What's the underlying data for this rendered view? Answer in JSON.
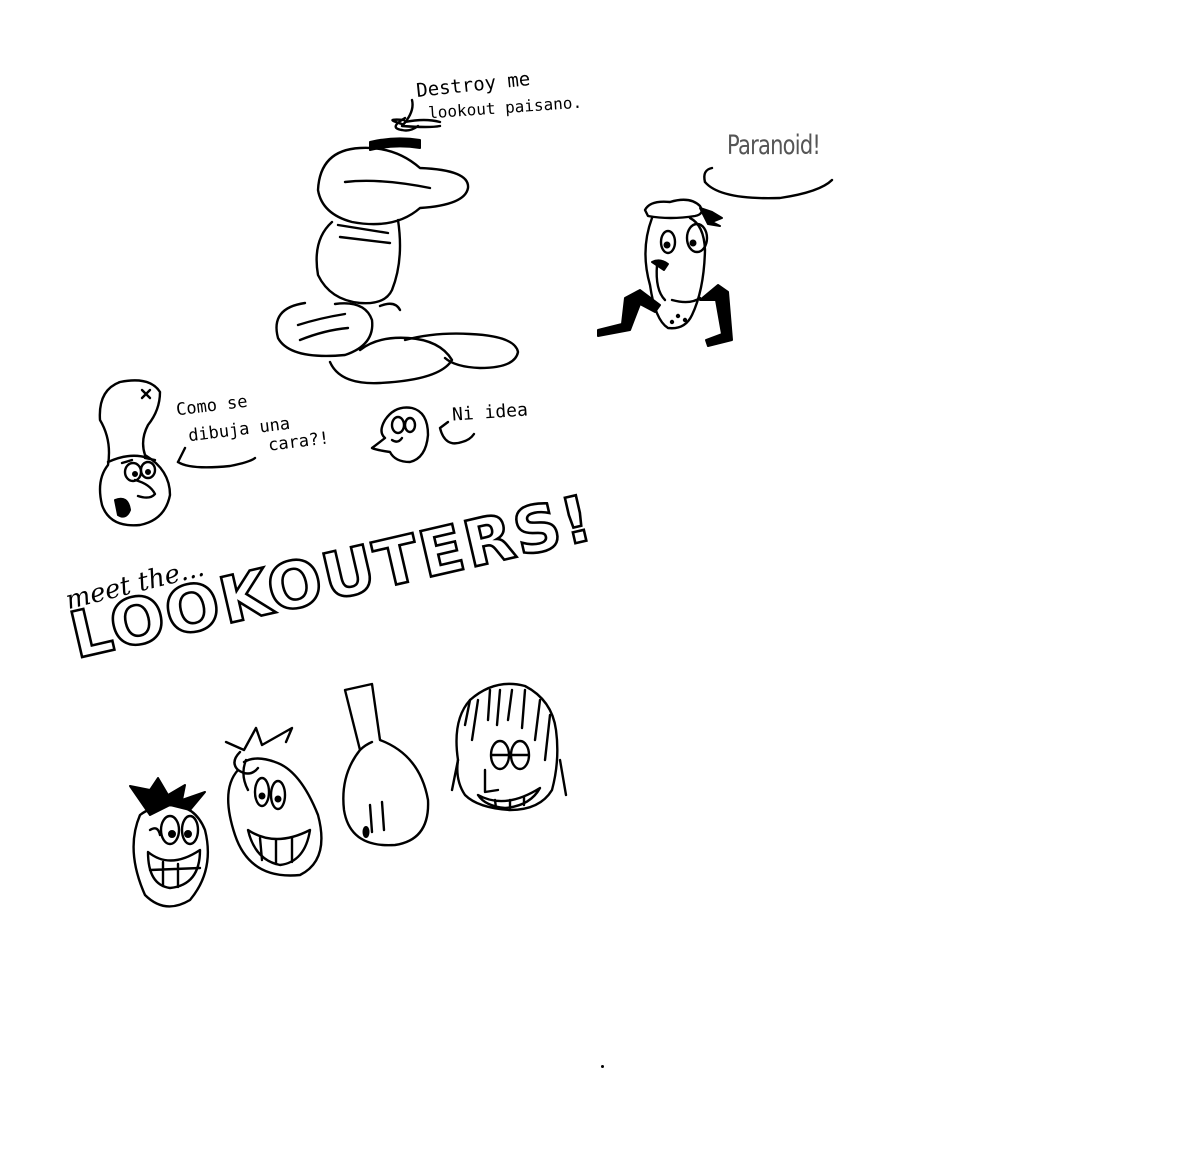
{
  "speech": {
    "chef_line1": "Destroy me",
    "chef_line2": "lookout paisano.",
    "peppino": "Paranoid!",
    "gnome_line1": "Como se",
    "gnome_line2": "dibuja una",
    "gnome_line3": "cara?!",
    "small_face": "Ni idea"
  },
  "title": {
    "intro": "meet the...",
    "main": "LOOKOUTERS!"
  },
  "icons": [
    "big-nose-chef-character",
    "peppino-character",
    "gnome-character",
    "small-face-character",
    "grinning-face-1",
    "grinning-face-2",
    "noise-face",
    "shaggy-hair-face"
  ]
}
